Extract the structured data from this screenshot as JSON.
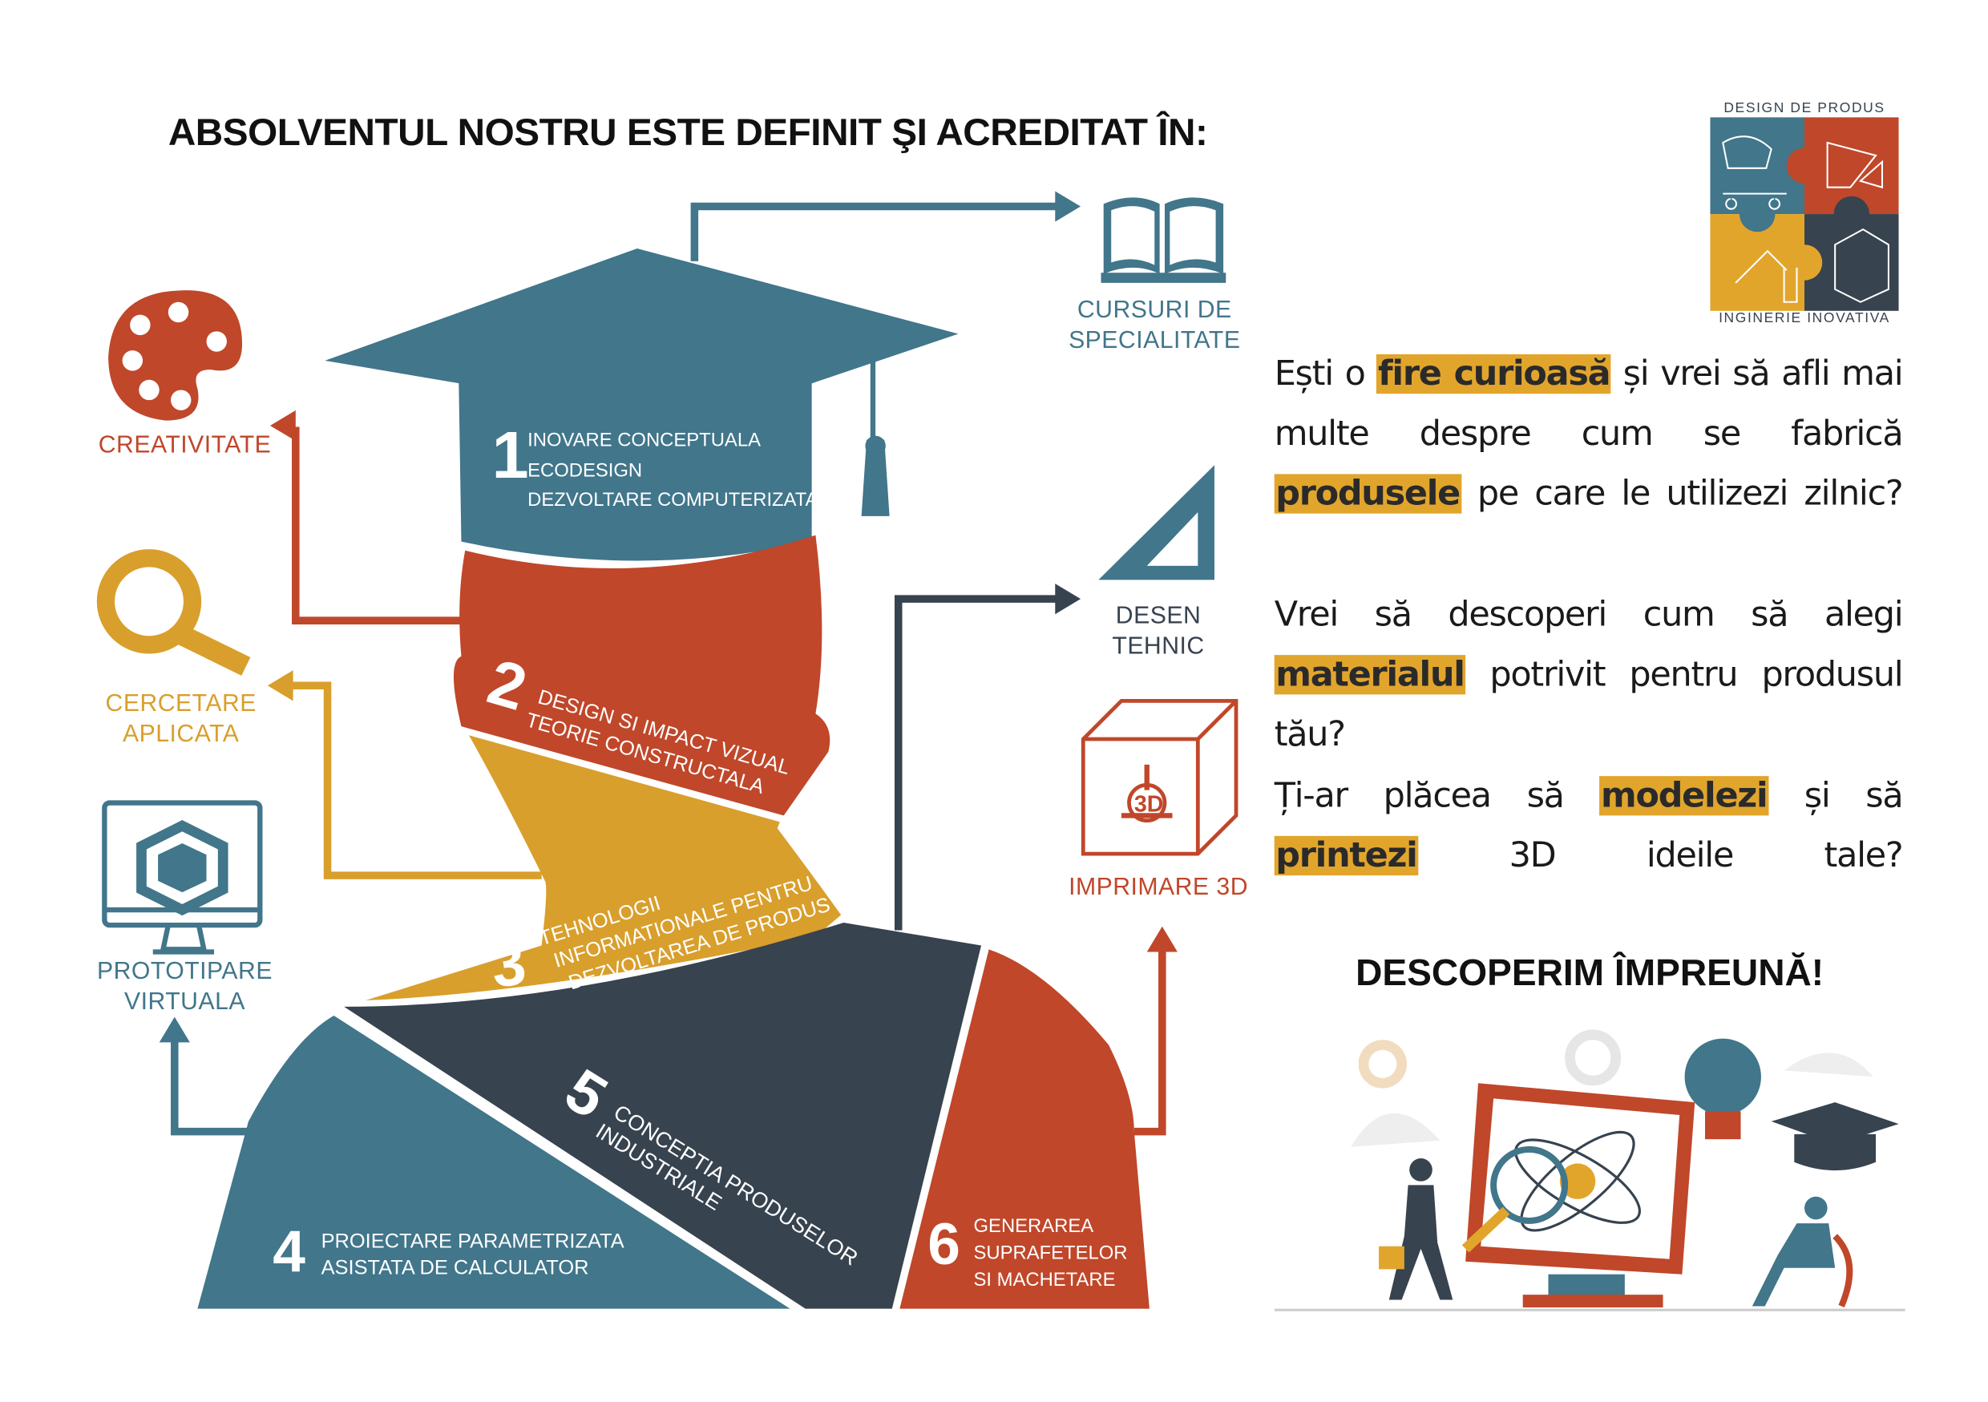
{
  "title": "ABSOLVENTUL NOSTRU ESTE DEFINIT ŞI ACREDITAT ÎN:",
  "colors": {
    "blue": "#41768b",
    "red": "#c0472a",
    "yellow": "#d99f2c",
    "dark": "#37434f",
    "highlight": "#e2a52c"
  },
  "left_labels": [
    {
      "icon": "palette-icon",
      "lines": [
        "CREATIVITATE"
      ]
    },
    {
      "icon": "magnifier-icon",
      "lines": [
        "CERCETARE",
        "APLICATA"
      ]
    },
    {
      "icon": "monitor-cube-icon",
      "lines": [
        "PROTOTIPARE",
        "VIRTUALA"
      ]
    }
  ],
  "right_labels": [
    {
      "icon": "book-icon",
      "lines": [
        "CURSURI DE",
        "SPECIALITATE"
      ]
    },
    {
      "icon": "set-square-icon",
      "lines": [
        "DESEN",
        "TEHNIC"
      ]
    },
    {
      "icon": "3d-printer-icon",
      "lines": [
        "IMPRIMARE 3D"
      ]
    }
  ],
  "segments": [
    {
      "num": "1",
      "lines": [
        "INOVARE CONCEPTUALA",
        "ECODESIGN",
        "DEZVOLTARE COMPUTERIZATA"
      ]
    },
    {
      "num": "2",
      "lines": [
        "DESIGN SI IMPACT VIZUAL",
        "TEORIE CONSTRUCTALA"
      ]
    },
    {
      "num": "3",
      "lines": [
        "TEHNOLOGII",
        "INFORMATIONALE PENTRU",
        "DEZVOLTAREA DE PRODUS"
      ]
    },
    {
      "num": "4",
      "lines": [
        "PROIECTARE PARAMETRIZATA",
        "ASISTATA DE CALCULATOR"
      ]
    },
    {
      "num": "5",
      "lines": [
        "CONCEPTIA PRODUSELOR",
        "INDUSTRIALE"
      ]
    },
    {
      "num": "6",
      "lines": [
        "GENERAREA",
        "SUPRAFETELOR",
        "SI MACHETARE"
      ]
    }
  ],
  "logo": {
    "top": "DESIGN DE PRODUS",
    "bottom": "INGINERIE INOVATIVA"
  },
  "paragraphs": {
    "p1": {
      "a": "Ești o ",
      "h1": "fire curioasă",
      "b": " și vrei să afli mai multe despre cum se fabrică ",
      "h2": "produsele",
      "c": " pe care le utilizezi zilnic?"
    },
    "p2": {
      "a": "Vrei să descoperi cum să alegi ",
      "h1": "materialul",
      "b": " potrivit pentru produsul tău?"
    },
    "p3": {
      "a": "Ți-ar plăcea să ",
      "h1": "modelezi",
      "b": " și să ",
      "h2": "printezi",
      "c": " 3D ideile tale?"
    }
  },
  "subtitle": "DESCOPERIM ÎMPREUNĂ!"
}
